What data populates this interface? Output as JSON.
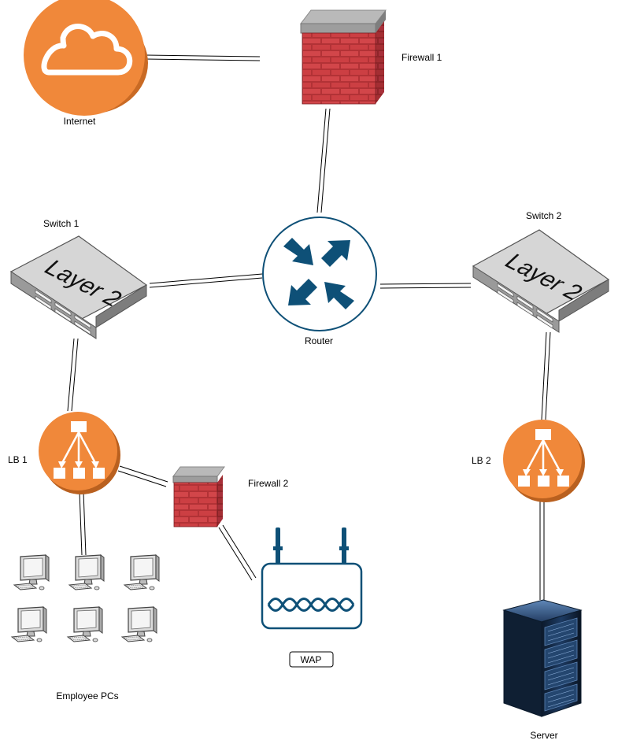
{
  "nodes": {
    "internet": {
      "label": "Internet"
    },
    "firewall1": {
      "label": "Firewall 1"
    },
    "switch1": {
      "label": "Switch 1",
      "device_text": "Layer 2"
    },
    "switch2": {
      "label": "Switch 2",
      "device_text": "Layer 2"
    },
    "router": {
      "label": "Router"
    },
    "lb1": {
      "label": "LB 1"
    },
    "lb2": {
      "label": "LB 2"
    },
    "firewall2": {
      "label": "Firewall 2"
    },
    "wap": {
      "label": "WAP"
    },
    "employee_pcs": {
      "label": "Employee PCs"
    },
    "server": {
      "label": "Server"
    }
  },
  "connections": [
    {
      "from": "Internet",
      "to": "Firewall 1"
    },
    {
      "from": "Firewall 1",
      "to": "Router"
    },
    {
      "from": "Router",
      "to": "Switch 1"
    },
    {
      "from": "Router",
      "to": "Switch 2"
    },
    {
      "from": "Switch 1",
      "to": "LB 1"
    },
    {
      "from": "LB 1",
      "to": "Employee PCs"
    },
    {
      "from": "LB 1",
      "to": "Firewall 2"
    },
    {
      "from": "Firewall 2",
      "to": "WAP"
    },
    {
      "from": "Switch 2",
      "to": "LB 2"
    },
    {
      "from": "LB 2",
      "to": "Server"
    }
  ],
  "colors": {
    "orange": "#f0883a",
    "router_blue": "#0e5077",
    "brick_red": "#c8373a",
    "server_blue": "#1f5aa8"
  },
  "icons": {
    "internet": "cloud-icon",
    "firewall": "brick-wall-icon",
    "switch": "layer2-switch-icon",
    "router": "router-arrows-icon",
    "load_balancer": "load-balancer-icon",
    "wap": "wireless-router-icon",
    "pc": "desktop-computer-icon",
    "server": "server-rack-icon"
  }
}
